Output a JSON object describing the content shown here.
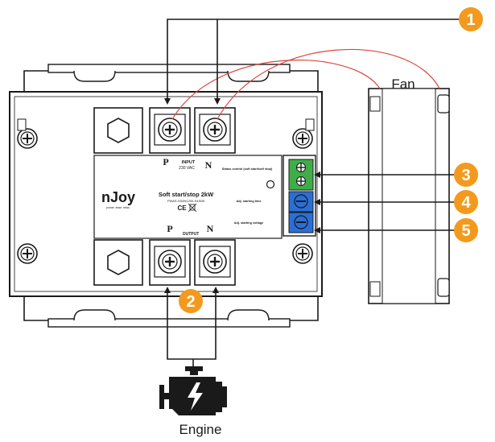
{
  "labels": {
    "fan": "Fan",
    "engine": "Engine"
  },
  "callouts": [
    {
      "number": "1"
    },
    {
      "number": "2"
    },
    {
      "number": "3"
    },
    {
      "number": "4"
    },
    {
      "number": "5"
    }
  ],
  "device": {
    "brand": "nJoy",
    "brand_tagline": "power. ease. relax.",
    "product_title": "Soft start/stop 2kW",
    "product_code": "PWAS-SS4N1200-K4S0B",
    "certification_marks": "CE",
    "input_p": "P",
    "input_n": "N",
    "input_label": "INPUT",
    "input_voltage": "230 VAC",
    "output_p": "P",
    "output_n": "N",
    "output_label": "OUTPUT",
    "status_control": "Status control (soft start/soft stop)",
    "adj_time": "Adj. starting time",
    "adj_voltage": "Adj. starting voltage"
  },
  "colors": {
    "callout_orange": "#f39a1e",
    "wire_red": "#d9493f",
    "terminal_green": "#3fae49",
    "pot_blue": "#2a6fd6",
    "line_black": "#1a1a1a"
  },
  "icons": {
    "engine": "engine-icon"
  }
}
